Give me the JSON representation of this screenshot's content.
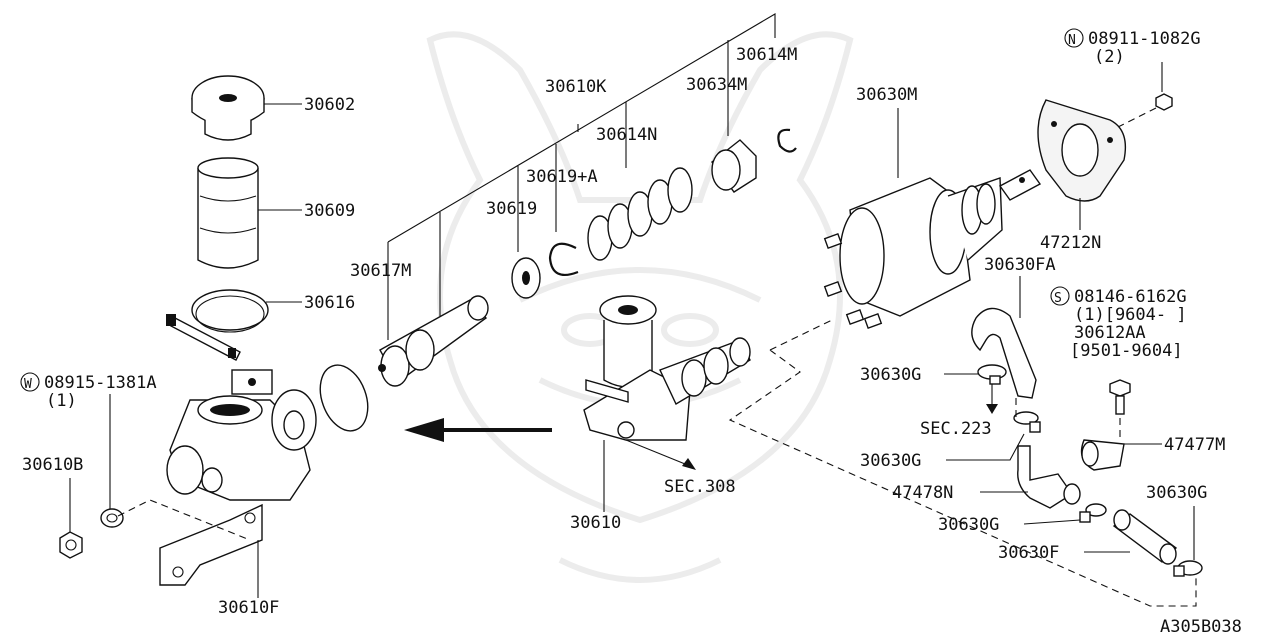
{
  "diagram": {
    "id": "A305B038",
    "labels": {
      "p30602": "30602",
      "p30609": "30609",
      "p30616": "30616",
      "p30617M": "30617M",
      "p30610K": "30610K",
      "p30614M": "30614M",
      "p30634M": "30634M",
      "p30614N": "30614N",
      "p30619A": "30619+A",
      "p30619": "30619",
      "p30630M": "30630M",
      "p08911": "08911-1082G",
      "p08911q": "(2)",
      "p47212N": "47212N",
      "p30630FA": "30630FA",
      "p08146": "08146-6162G",
      "p08146q": "(1)[9604-     ]",
      "p30612AA": "30612AA",
      "p30612AAr": "[9501-9604]",
      "p08915": "08915-1381A",
      "p08915q": "(1)",
      "p30610B": "30610B",
      "p30610F": "30610F",
      "p30610": "30610",
      "sec308": "SEC.308",
      "p30630G_1": "30630G",
      "sec223": "SEC.223",
      "p30630G_2": "30630G",
      "p47477M": "47477M",
      "p47478N": "47478N",
      "p30630G_3": "30630G",
      "p30630G_4": "30630G",
      "p30630F": "30630F"
    },
    "markers": {
      "N": "N",
      "S": "S",
      "W": "W"
    }
  }
}
